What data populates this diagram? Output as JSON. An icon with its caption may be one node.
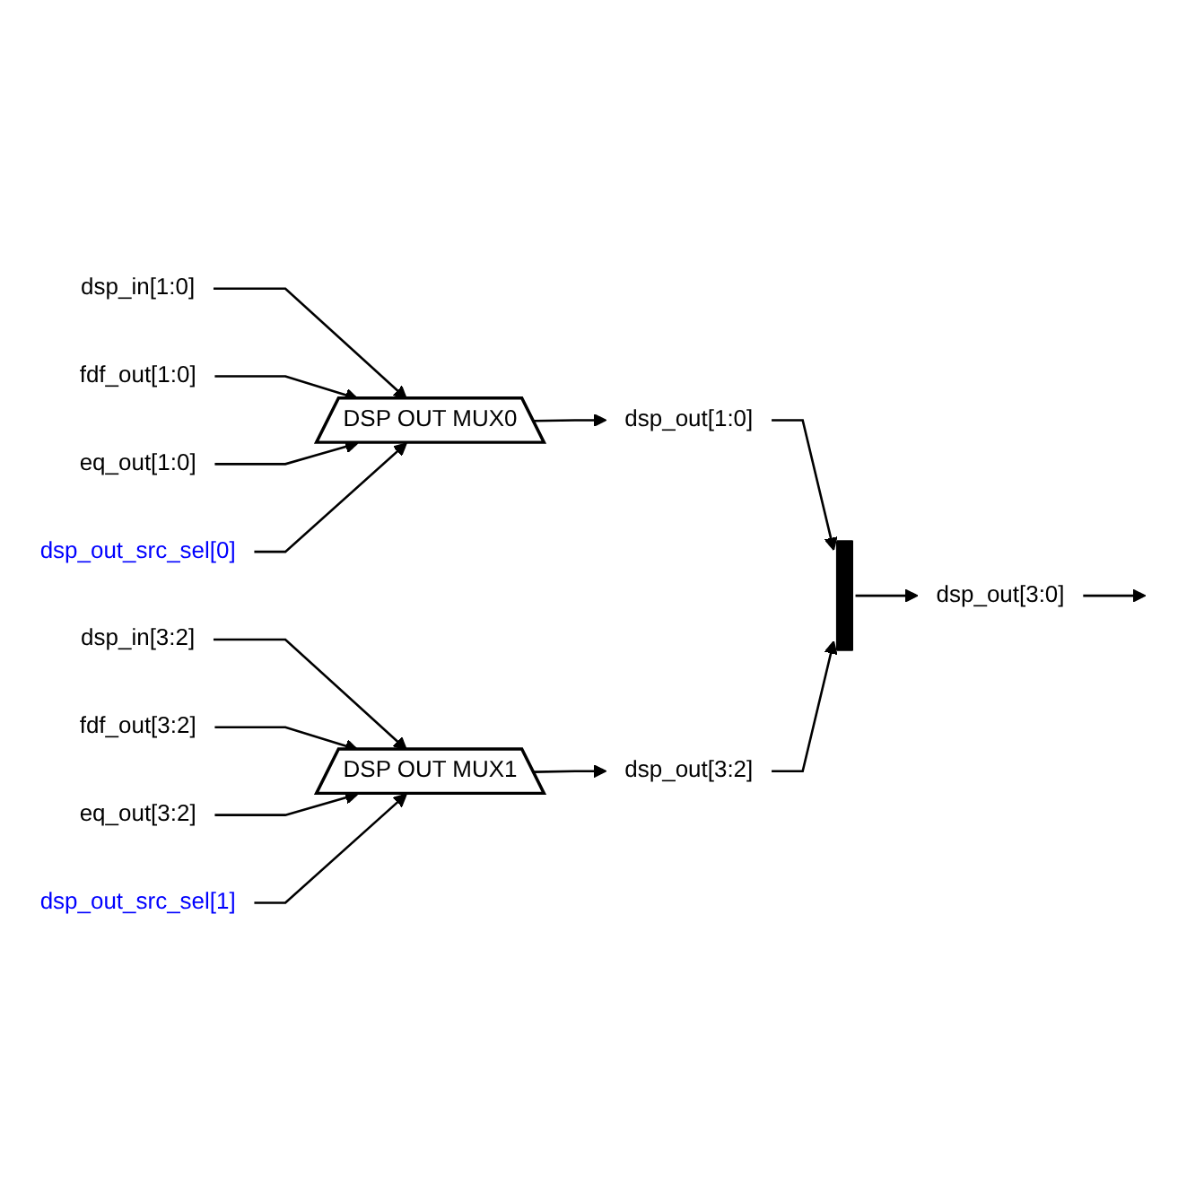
{
  "diagram": {
    "nodes": [
      {
        "text": [
          "dsp_in[1:0]"
        ]
      },
      {
        "text": [
          "fdf_out[1:0]"
        ]
      },
      {
        "text": [
          "eq_out[1:0]"
        ]
      },
      {
        "text": [
          "DSP OUT MUX0"
        ]
      },
      {
        "text": [
          "dsp_out[1:0]"
        ]
      },
      {
        "text": [
          "dsp_out_src_sel[0]"
        ]
      },
      {
        "text": [],
        "shape": "bar"
      },
      {
        "text": [
          "dsp_out[3:0]"
        ]
      },
      {
        "text": [
          "dsp_in[3:2]"
        ]
      },
      {
        "text": [
          "fdf_out[3:2]"
        ]
      },
      {
        "text": [
          "eq_out[3:2]"
        ]
      },
      {
        "text": [
          "DSP OUT MUX1"
        ]
      },
      {
        "text": [
          "dsp_out[3:2]"
        ]
      },
      {
        "text": [
          "dsp_out_src_sel[1]"
        ]
      }
    ],
    "edges": [
      {
        "from": 0,
        "to": 3,
        "arrow": "to"
      },
      {
        "from": 1,
        "to": 3,
        "arrow": "to"
      },
      {
        "from": 2,
        "to": 3,
        "arrow": "to"
      },
      {
        "from": 3,
        "to": 4,
        "arrow": "to"
      },
      {
        "from": 4,
        "to": 6,
        "arrow": "to"
      },
      {
        "from": 5,
        "to": 3,
        "arrow": "to"
      },
      {
        "from": 6,
        "to": 7,
        "arrow": "to"
      },
      {
        "from": 7,
        "to": null,
        "arrow": "to"
      },
      {
        "from": 8,
        "to": 11,
        "arrow": "to"
      },
      {
        "from": 9,
        "to": 11,
        "arrow": "to"
      },
      {
        "from": 10,
        "to": 11,
        "arrow": "to"
      },
      {
        "from": 11,
        "to": 12,
        "arrow": "to"
      },
      {
        "from": 12,
        "to": 6,
        "arrow": "to"
      },
      {
        "from": 13,
        "to": 11,
        "arrow": "to"
      }
    ]
  }
}
